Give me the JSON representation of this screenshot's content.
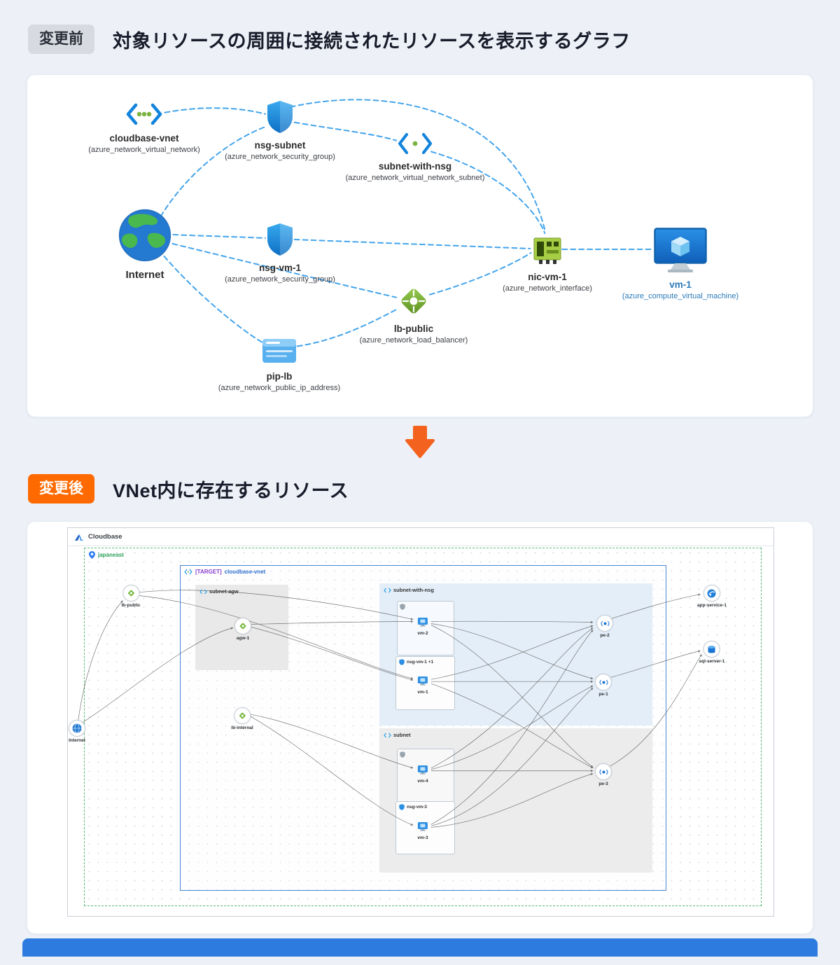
{
  "sections": {
    "before": {
      "badge": "変更前",
      "title": "対象リソースの周囲に接続されたリソースを表示するグラフ"
    },
    "after": {
      "badge": "変更後",
      "title": "VNet内に存在するリソース"
    }
  },
  "graph_before": {
    "nodes": {
      "vnet": {
        "label": "cloudbase-vnet",
        "sub": "(azure_network_virtual_network)"
      },
      "nsg_subnet": {
        "label": "nsg-subnet",
        "sub": "(azure_network_security_group)"
      },
      "subnet_with_nsg": {
        "label": "subnet-with-nsg",
        "sub": "(azure_network_virtual_network_subnet)"
      },
      "internet": {
        "label": "Internet"
      },
      "nsg_vm_1": {
        "label": "nsg-vm-1",
        "sub": "(azure_network_security_group)"
      },
      "nic_vm_1": {
        "label": "nic-vm-1",
        "sub": "(azure_network_interface)"
      },
      "vm_1": {
        "label": "vm-1",
        "sub": "(azure_compute_virtual_machine)"
      },
      "lb_public": {
        "label": "lb-public",
        "sub": "(azure_network_load_balancer)"
      },
      "pip_lb": {
        "label": "pip-lb",
        "sub": "(azure_network_public_ip_address)"
      }
    }
  },
  "app_after": {
    "brand": "Cloudbase",
    "region": "japaneast",
    "target": {
      "prefix": "[TARGET]",
      "name": "cloudbase-vnet"
    },
    "groups": {
      "subnet_agw": "subnet-agw",
      "subnet_with_nsg": "subnet-with-nsg",
      "subnet": "subnet",
      "nsg_vm_1": "nsg-vm-1 +1",
      "nsg_vm_3": "nsg-vm-3"
    },
    "nodes": {
      "lb_public": "lb-public",
      "agw_1": "agw-1",
      "internet": "Internet",
      "lb_internal": "lb-internal",
      "vm_2": "vm-2",
      "vm_1": "vm-1",
      "vm_4": "vm-4",
      "vm_3": "vm-3",
      "pe_2": "pe-2",
      "pe_1": "pe-1",
      "pe_3": "pe-3",
      "app_service_1": "app-service-1",
      "sql_server_1": "sql-server-1"
    }
  },
  "colors": {
    "accent_orange": "#ff6a00",
    "edge_blue": "#2f9bea",
    "vm_label_blue": "#2a7ab9",
    "region_green": "#2ca05a",
    "target_purple": "#8a3fd1",
    "target_blue": "#2f6fd0",
    "bottom_bar_blue": "#2e7be0"
  }
}
